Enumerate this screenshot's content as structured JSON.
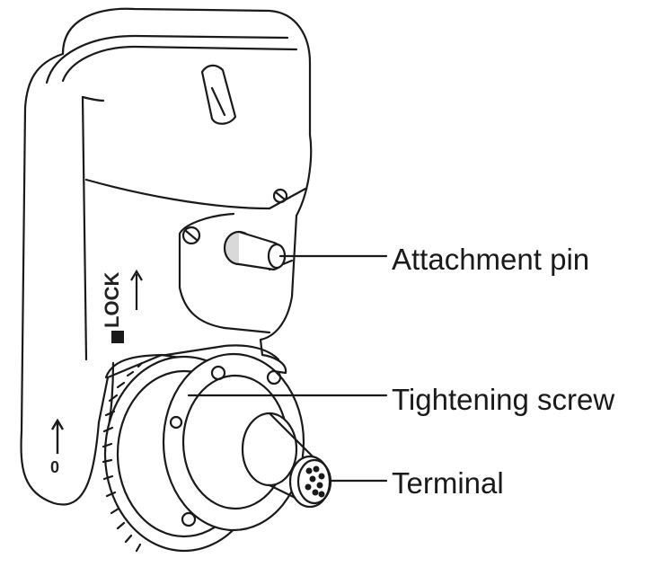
{
  "callouts": {
    "attachment_pin": "Attachment pin",
    "tightening_screw": "Tightening screw",
    "terminal": "Terminal"
  },
  "body_markings": {
    "lock": "LOCK",
    "unlock_mark": "0"
  },
  "colors": {
    "line": "#1a1a1a",
    "body_fill": "#ffffff",
    "shade": "#d9d9d9"
  }
}
